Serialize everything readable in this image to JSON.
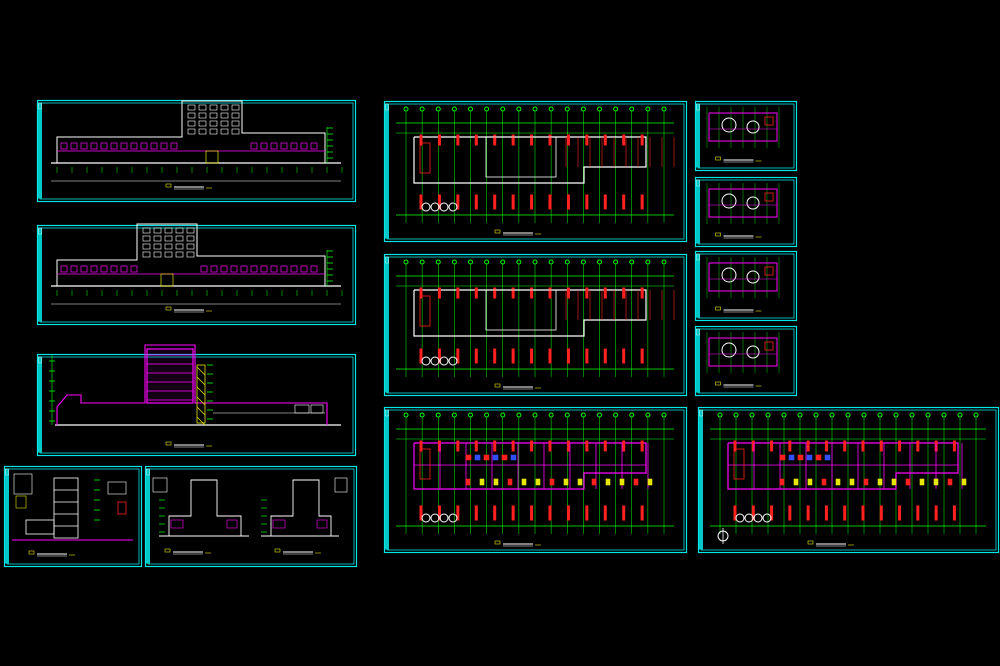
{
  "colors": {
    "background": "#000000",
    "frame": "#00e5e5",
    "titleblock": "#00c8c8",
    "wall": "#ff00ff",
    "grid": "#00ff00",
    "column": "#ff2020",
    "line": "#ffffff",
    "detail": "#e6e600",
    "blue": "#3050ff"
  },
  "sheets": [
    {
      "id": "elev-1",
      "kind": "elevation",
      "icon": "elevation-drawing-icon"
    },
    {
      "id": "elev-2",
      "kind": "elevation",
      "icon": "elevation-drawing-icon"
    },
    {
      "id": "section-1",
      "kind": "section",
      "icon": "section-drawing-icon"
    },
    {
      "id": "details-1",
      "kind": "details",
      "icon": "detail-drawing-icon"
    },
    {
      "id": "side-elev",
      "kind": "side-elevation",
      "icon": "elevation-drawing-icon"
    },
    {
      "id": "plan-upper-1",
      "kind": "plan",
      "icon": "floor-plan-icon"
    },
    {
      "id": "plan-upper-2",
      "kind": "plan",
      "icon": "floor-plan-icon"
    },
    {
      "id": "plan-ground-1",
      "kind": "plan",
      "icon": "floor-plan-icon"
    },
    {
      "id": "plan-ground-2",
      "kind": "plan",
      "icon": "floor-plan-icon"
    },
    {
      "id": "small-plan-1",
      "kind": "small-plan",
      "icon": "floor-plan-icon"
    },
    {
      "id": "small-plan-2",
      "kind": "small-plan",
      "icon": "floor-plan-icon"
    },
    {
      "id": "small-plan-3",
      "kind": "small-plan",
      "icon": "floor-plan-icon"
    },
    {
      "id": "small-plan-4",
      "kind": "small-plan",
      "icon": "floor-plan-icon"
    }
  ]
}
